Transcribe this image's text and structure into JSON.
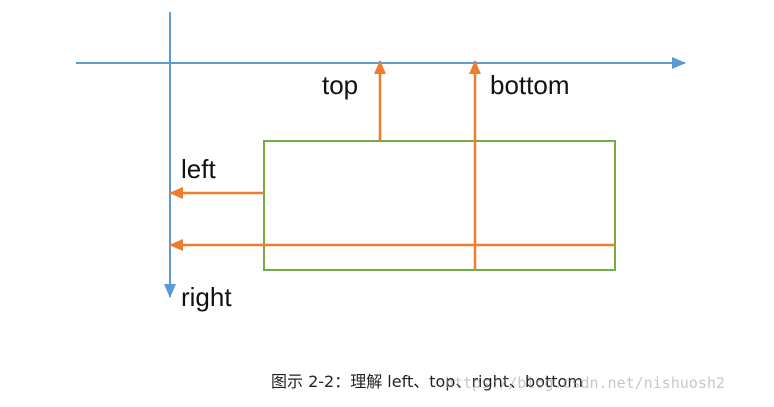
{
  "labels": {
    "top": "top",
    "bottom": "bottom",
    "left": "left",
    "right": "right"
  },
  "caption": "图示 2-2：理解 left、top、right、bottom",
  "watermark": "https://blog.csdn.net/nishuosh2",
  "colors": {
    "axis": "#5b9bd5",
    "arrow": "#ed7d31",
    "box": "#70ad47",
    "text": "#111111"
  }
}
